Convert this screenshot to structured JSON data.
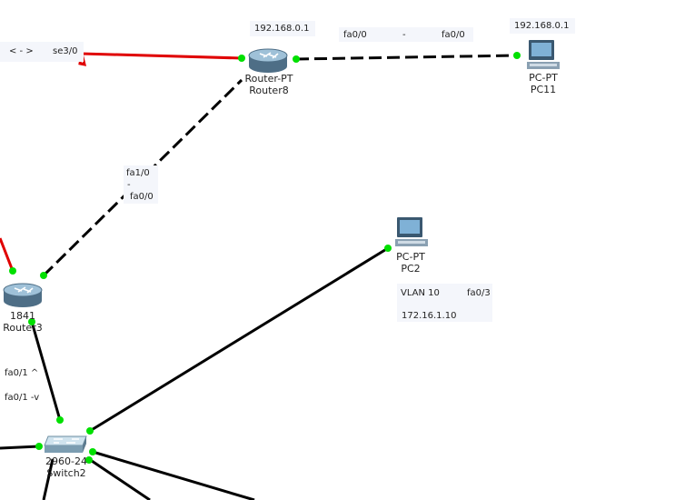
{
  "devices": {
    "router8": {
      "model": "Router-PT",
      "name": "Router8"
    },
    "router3": {
      "model": "1841",
      "name": "Router3"
    },
    "pc11": {
      "model": "PC-PT",
      "name": "PC11"
    },
    "pc2": {
      "model": "PC-PT",
      "name": "PC2"
    },
    "switch2": {
      "model": "2960-24",
      "name": "Switch2"
    }
  },
  "notes": {
    "serial_arrow": "< - >",
    "serial_port": "se3/0",
    "router8_ip": "192.168.0.1",
    "link_r8_pc11_left": "fa0/0",
    "link_r8_pc11_dash": "-",
    "link_r8_pc11_right": "fa0/0",
    "pc11_ip": "192.168.0.1",
    "link_r3_r8_top": "fa1/0",
    "link_r3_r8_dash": "-",
    "link_r3_r8_bottom": "fa0/0",
    "pc2_vlan": "VLAN 10",
    "pc2_port": "fa0/3",
    "pc2_ip": "172.16.1.10",
    "r3_sw_top": "fa0/1 ^",
    "r3_sw_bottom": "fa0/1 -v"
  },
  "colors": {
    "link_up": "#00e000",
    "ethernet": "#000000",
    "serial": "#e00000",
    "note_bg": "#f4f6fb"
  },
  "icons": {
    "router": "router-icon",
    "pc": "pc-icon",
    "switch": "switch-icon"
  }
}
